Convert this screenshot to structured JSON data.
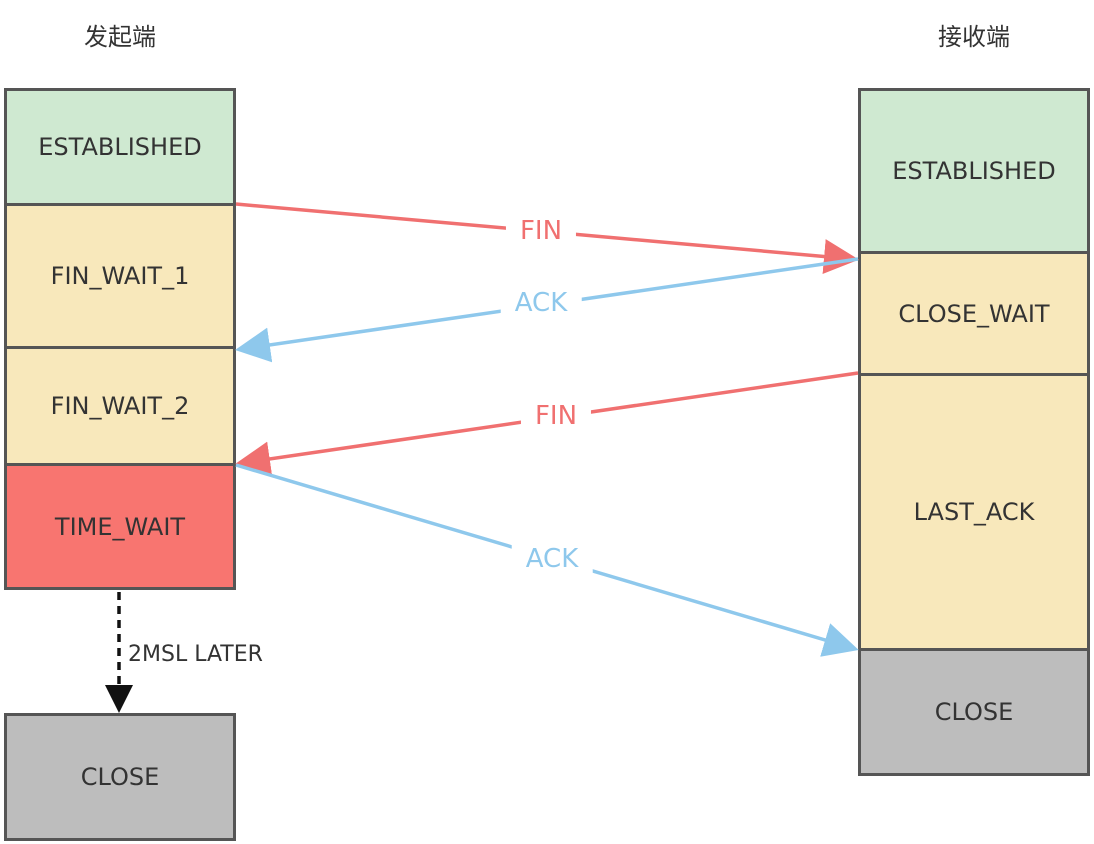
{
  "colors": {
    "established": "#cfe9d1",
    "wait": "#f8e8bb",
    "time_wait": "#f87570",
    "close": "#bdbdbd",
    "border": "#555555",
    "fin_arrow": "#f07070",
    "ack_arrow": "#8ec8ec",
    "dashed_arrow": "#111111"
  },
  "sender": {
    "title": "发起端",
    "states": {
      "established": "ESTABLISHED",
      "fin_wait_1": "FIN_WAIT_1",
      "fin_wait_2": "FIN_WAIT_2",
      "time_wait": "TIME_WAIT",
      "close": "CLOSE"
    },
    "timer_label": "2MSL LATER"
  },
  "receiver": {
    "title": "接收端",
    "states": {
      "established": "ESTABLISHED",
      "close_wait": "CLOSE_WAIT",
      "last_ack": "LAST_ACK",
      "close": "CLOSE"
    }
  },
  "messages": {
    "fin_1": "FIN",
    "ack_1": "ACK",
    "fin_2": "FIN",
    "ack_2": "ACK"
  }
}
